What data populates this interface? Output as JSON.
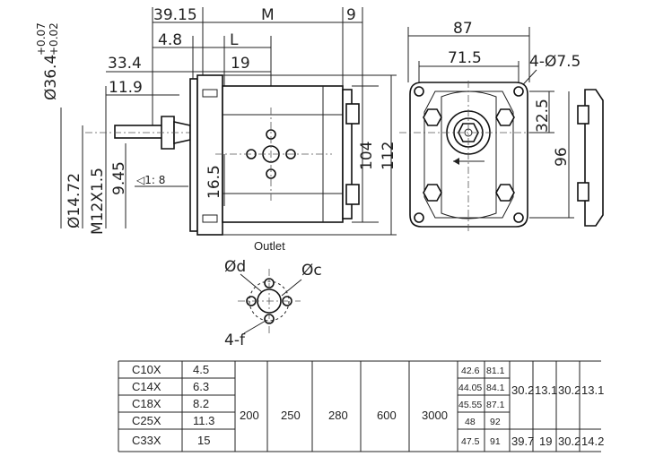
{
  "side_view": {
    "dims": {
      "d_39_15": "39.15",
      "d_M": "M",
      "d_9": "9",
      "d_4_8": "4.8",
      "d_L": "L",
      "d_33_4": "33.4",
      "d_19": "19",
      "d_11_9": "11.9",
      "d_36_4": "Ø36.4",
      "tol_upper": "+0.07",
      "tol_lower": "+0.02",
      "d_14_72": "Ø14.72",
      "d_m12": "M12X1.5",
      "d_9_45": "9.45",
      "taper": "◁1: 8",
      "d_16_5": "16.5",
      "d_104": "104",
      "d_112": "112"
    }
  },
  "front_view": {
    "dims": {
      "d_87": "87",
      "d_71_5": "71.5",
      "holes": "4-Ø7.5",
      "d_32_5": "32.5",
      "d_96": "96"
    }
  },
  "outlet": {
    "title": "Outlet",
    "d_label": "Ød",
    "c_label": "Øc",
    "f_label": "4-f"
  },
  "table": {
    "rows": [
      {
        "model": "C10X",
        "disp": "4.5",
        "c1": "42.6",
        "c2": "81.1"
      },
      {
        "model": "C14X",
        "disp": "6.3",
        "c1": "44.05",
        "c2": "84.1"
      },
      {
        "model": "C18X",
        "disp": "8.2",
        "c1": "45.55",
        "c2": "87.1"
      },
      {
        "model": "C25X",
        "disp": "11.3",
        "c1": "48",
        "c2": "92"
      },
      {
        "model": "C33X",
        "disp": "15",
        "c1": "47.5",
        "c2": "91"
      }
    ],
    "merged": [
      "200",
      "250",
      "280",
      "600",
      "3000"
    ],
    "group_a": [
      "30.2",
      "13.1",
      "30.2",
      "13.1"
    ],
    "group_b": [
      "39.7",
      "19",
      "30.2",
      "14.2"
    ]
  }
}
